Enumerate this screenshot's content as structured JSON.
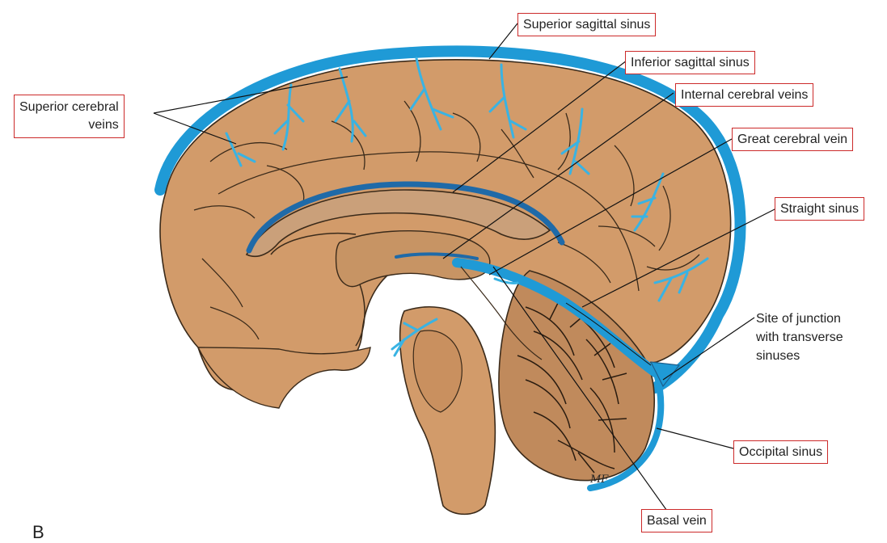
{
  "labels": {
    "superior_sagittal_sinus": "Superior sagittal sinus",
    "inferior_sagittal_sinus": "Inferior sagittal sinus",
    "internal_cerebral_veins": "Internal cerebral veins",
    "great_cerebral_vein": "Great cerebral vein",
    "straight_sinus": "Straight sinus",
    "superior_cerebral_veins_line1": "Superior cerebral",
    "superior_cerebral_veins_line2": "veins",
    "site_of_junction_line1": "Site of junction",
    "site_of_junction_line2": "with transverse",
    "site_of_junction_line3": "sinuses",
    "occipital_sinus": "Occipital sinus",
    "basal_vein": "Basal vein"
  },
  "panel_letter": "B",
  "artist_mark": "MF",
  "colors": {
    "brain_fill": "#d29b6a",
    "brain_outline": "#3a2a1a",
    "sinus_blue": "#1f9ad6",
    "vein_blue": "#39b3e3",
    "label_border": "#cc2a2a"
  }
}
